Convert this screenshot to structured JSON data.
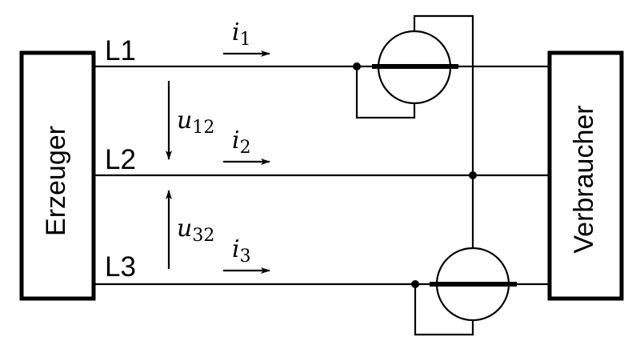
{
  "generator": {
    "label": "Erzeuger"
  },
  "consumer": {
    "label": "Verbraucher"
  },
  "lines": [
    {
      "label": "L1",
      "current": {
        "symbol": "i",
        "index": "1"
      }
    },
    {
      "label": "L2",
      "current": {
        "symbol": "i",
        "index": "2"
      }
    },
    {
      "label": "L3",
      "current": {
        "symbol": "i",
        "index": "3"
      }
    }
  ],
  "voltages": [
    {
      "symbol": "u",
      "index": "12"
    },
    {
      "symbol": "u",
      "index": "32"
    }
  ]
}
